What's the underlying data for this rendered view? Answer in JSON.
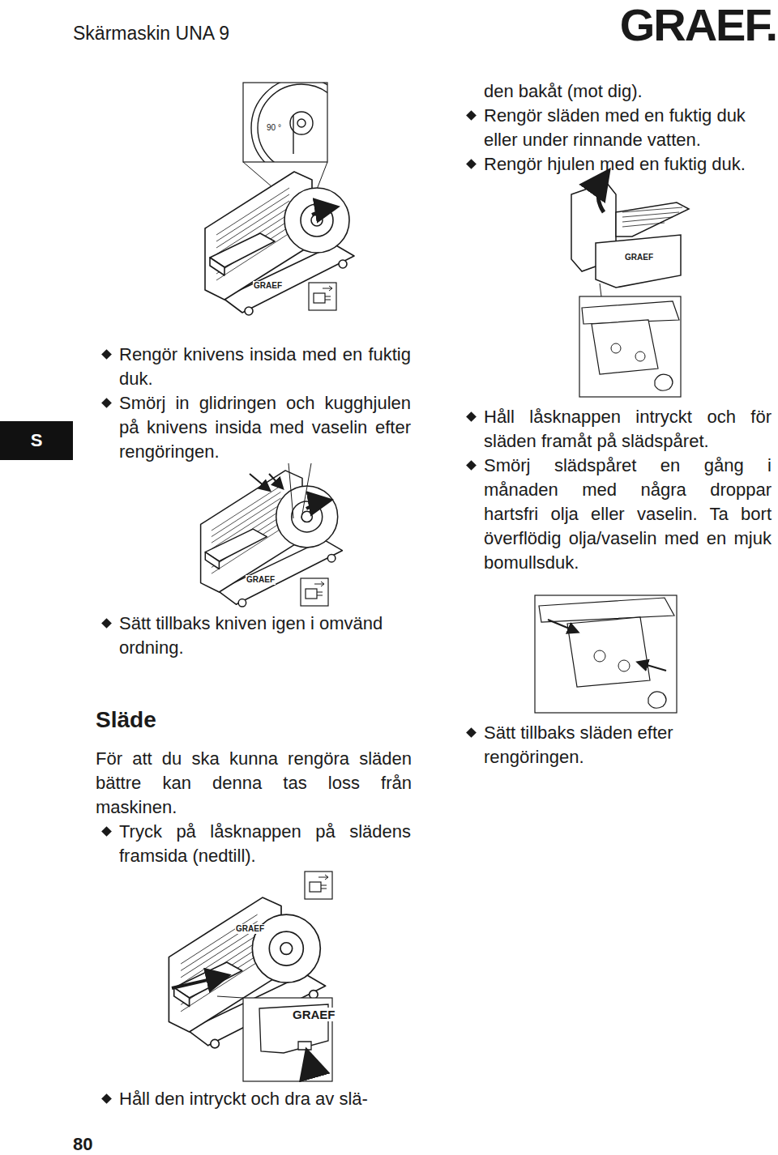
{
  "diagram": {
    "labels": [
      "Skärmaskin UNA 9",
      "GRAEF.",
      "90 °",
      "GRAEF",
      "den bakåt (mot dig).",
      "Rengör släden med en fuktig duk eller under rinnande vatten.",
      "Rengör hjulen med en fuktig duk.",
      "GRAEF",
      "S",
      "Rengör knivens insida med en fuktig duk.",
      "Smörj in glidringen och kugghjulen på knivens insida med vaselin efter rengöringen.",
      "Håll låsknappen intryckt och för släden framåt på slädspåret.",
      "Smörj slädspåret en gång i månaden med några droppar hartsfri olja eller vaselin. Ta bort överflödig olja/vaselin med en mjuk bomullsduk.",
      "GRAEF",
      "Sätt tillbaks kniven igen i omvänd ordning.",
      "Släde",
      "Sätt tillbaks släden efter rengöringen.",
      "För att du ska kunna rengöra släden bättre kan denna tas loss från maskinen.",
      "Tryck på låsknappen på slädens framsida (nedtill).",
      "GRAEF",
      "GRAEF",
      "Håll den intryckt och dra av slä-",
      "80"
    ]
  }
}
